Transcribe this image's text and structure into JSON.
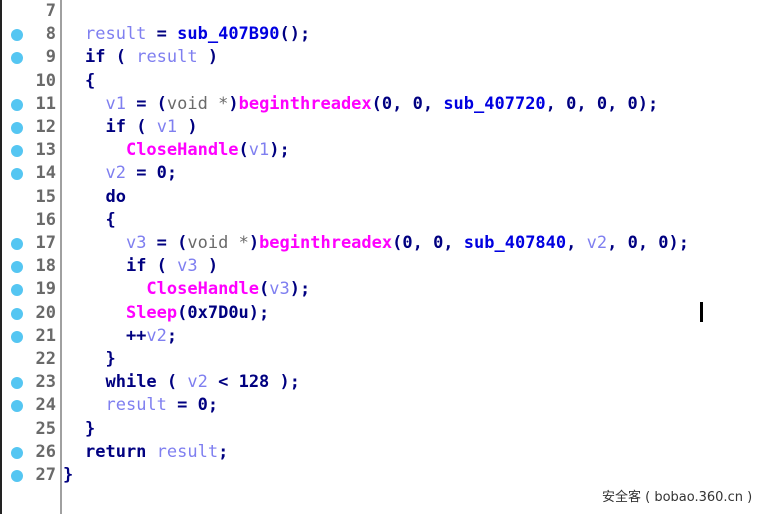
{
  "editor": {
    "gutter_color": "#a0a0a0",
    "breakpoint_dot_color": "#55c6f2",
    "colors": {
      "keyword": "#000080",
      "variable": "#7f7ff0",
      "function": "#0000e0",
      "api_call": "#ff00ff",
      "line_number": "#6a6a6a"
    },
    "lines": [
      {
        "num": "7",
        "dot": false,
        "tokens": []
      },
      {
        "num": "8",
        "dot": true,
        "tokens": [
          [
            "i",
            ""
          ],
          [
            "var",
            "result"
          ],
          [
            "punc",
            " = "
          ],
          [
            "fn",
            "sub_407B90"
          ],
          [
            "punc",
            "();"
          ]
        ]
      },
      {
        "num": "9",
        "dot": true,
        "tokens": [
          [
            "kw",
            "if"
          ],
          [
            "punc",
            " ( "
          ],
          [
            "var",
            "result"
          ],
          [
            "punc",
            " )"
          ]
        ]
      },
      {
        "num": "10",
        "dot": false,
        "tokens": [
          [
            "punc",
            "{"
          ]
        ]
      },
      {
        "num": "11",
        "dot": true,
        "tokens": [
          [
            "punc",
            "  "
          ],
          [
            "var",
            "v1"
          ],
          [
            "punc",
            " = ("
          ],
          [
            "cast",
            "void *"
          ],
          [
            "punc",
            ")"
          ],
          [
            "api",
            "beginthreadex"
          ],
          [
            "punc",
            "(0, 0, "
          ],
          [
            "fn",
            "sub_407720"
          ],
          [
            "punc",
            ", 0, 0, 0);"
          ]
        ]
      },
      {
        "num": "12",
        "dot": true,
        "tokens": [
          [
            "punc",
            "  "
          ],
          [
            "kw",
            "if"
          ],
          [
            "punc",
            " ( "
          ],
          [
            "var",
            "v1"
          ],
          [
            "punc",
            " )"
          ]
        ]
      },
      {
        "num": "13",
        "dot": true,
        "tokens": [
          [
            "punc",
            "    "
          ],
          [
            "api",
            "CloseHandle"
          ],
          [
            "punc",
            "("
          ],
          [
            "var",
            "v1"
          ],
          [
            "punc",
            ");"
          ]
        ]
      },
      {
        "num": "14",
        "dot": true,
        "tokens": [
          [
            "punc",
            "  "
          ],
          [
            "var",
            "v2"
          ],
          [
            "punc",
            " = 0;"
          ]
        ]
      },
      {
        "num": "15",
        "dot": false,
        "tokens": [
          [
            "punc",
            "  "
          ],
          [
            "kw",
            "do"
          ]
        ]
      },
      {
        "num": "16",
        "dot": false,
        "tokens": [
          [
            "punc",
            "  {"
          ]
        ]
      },
      {
        "num": "17",
        "dot": true,
        "tokens": [
          [
            "punc",
            "    "
          ],
          [
            "var",
            "v3"
          ],
          [
            "punc",
            " = ("
          ],
          [
            "cast",
            "void *"
          ],
          [
            "punc",
            ")"
          ],
          [
            "api",
            "beginthreadex"
          ],
          [
            "punc",
            "(0, 0, "
          ],
          [
            "fn",
            "sub_407840"
          ],
          [
            "punc",
            ", "
          ],
          [
            "var",
            "v2"
          ],
          [
            "punc",
            ", 0, 0);"
          ]
        ]
      },
      {
        "num": "18",
        "dot": true,
        "tokens": [
          [
            "punc",
            "    "
          ],
          [
            "kw",
            "if"
          ],
          [
            "punc",
            " ( "
          ],
          [
            "var",
            "v3"
          ],
          [
            "punc",
            " )"
          ]
        ]
      },
      {
        "num": "19",
        "dot": true,
        "tokens": [
          [
            "punc",
            "      "
          ],
          [
            "api",
            "CloseHandle"
          ],
          [
            "punc",
            "("
          ],
          [
            "var",
            "v3"
          ],
          [
            "punc",
            ");"
          ]
        ]
      },
      {
        "num": "20",
        "dot": true,
        "tokens": [
          [
            "punc",
            "    "
          ],
          [
            "api",
            "Sleep"
          ],
          [
            "punc",
            "(0x7D0u);"
          ]
        ]
      },
      {
        "num": "21",
        "dot": true,
        "tokens": [
          [
            "punc",
            "    ++"
          ],
          [
            "var",
            "v2"
          ],
          [
            "punc",
            ";"
          ]
        ]
      },
      {
        "num": "22",
        "dot": false,
        "tokens": [
          [
            "punc",
            "  }"
          ]
        ]
      },
      {
        "num": "23",
        "dot": true,
        "tokens": [
          [
            "punc",
            "  "
          ],
          [
            "kw",
            "while"
          ],
          [
            "punc",
            " ( "
          ],
          [
            "var",
            "v2"
          ],
          [
            "punc",
            " < 128 );"
          ]
        ]
      },
      {
        "num": "24",
        "dot": true,
        "tokens": [
          [
            "punc",
            "  "
          ],
          [
            "var",
            "result"
          ],
          [
            "punc",
            " = 0;"
          ]
        ]
      },
      {
        "num": "25",
        "dot": false,
        "tokens": [
          [
            "punc",
            "}"
          ]
        ]
      },
      {
        "num": "26",
        "dot": true,
        "tokens": [
          [
            "kw",
            "return"
          ],
          [
            "punc",
            " "
          ],
          [
            "var",
            "result"
          ],
          [
            "punc",
            ";"
          ]
        ]
      },
      {
        "num": "27",
        "dot": true,
        "tokens": [
          [
            "punc",
            "}"
          ]
        ]
      }
    ]
  },
  "watermark": "安全客 ( bobao.360.cn )"
}
